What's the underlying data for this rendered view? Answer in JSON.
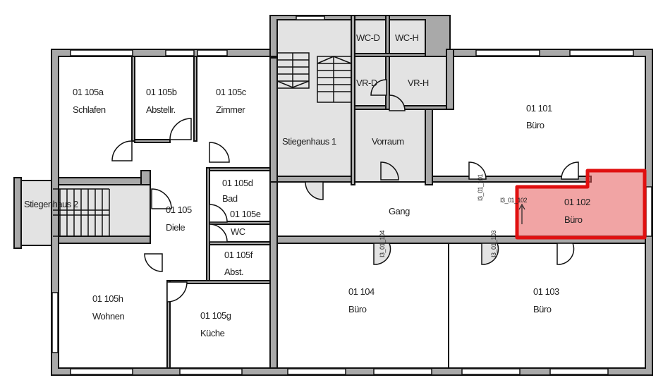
{
  "plan": {
    "rooms": [
      {
        "id": "01 105a",
        "name": "Schlafen"
      },
      {
        "id": "01 105b",
        "name": "Abstellr."
      },
      {
        "id": "01 105c",
        "name": "Zimmer"
      },
      {
        "id": "01 105d",
        "name": "Bad"
      },
      {
        "id": "01 105e",
        "name": "WC"
      },
      {
        "id": "01 105f",
        "name": "Abst."
      },
      {
        "id": "01 105",
        "name": "Diele"
      },
      {
        "id": "01 105g",
        "name": "Küche"
      },
      {
        "id": "01 105h",
        "name": "Wohnen"
      },
      {
        "id": "01 104",
        "name": "Büro"
      },
      {
        "id": "01 103",
        "name": "Büro"
      },
      {
        "id": "01 102",
        "name": "Büro"
      },
      {
        "id": "01 101",
        "name": "Büro"
      }
    ],
    "areas": {
      "stair1": "Stiegenhaus 1",
      "stair2": "Stiegenhaus 2",
      "vorraum": "Vorraum",
      "gang": "Gang",
      "wc_d": "WC-D",
      "wc_h": "WC-H",
      "vr_d": "VR-D",
      "vr_h": "VR-H"
    },
    "doors": {
      "d101": "I3_01_101",
      "d102": "I3_01_102",
      "d103": "I3_01_103",
      "d104": "I3_01_104"
    },
    "selected_room": "01 102",
    "highlight_color": "#e01010"
  }
}
